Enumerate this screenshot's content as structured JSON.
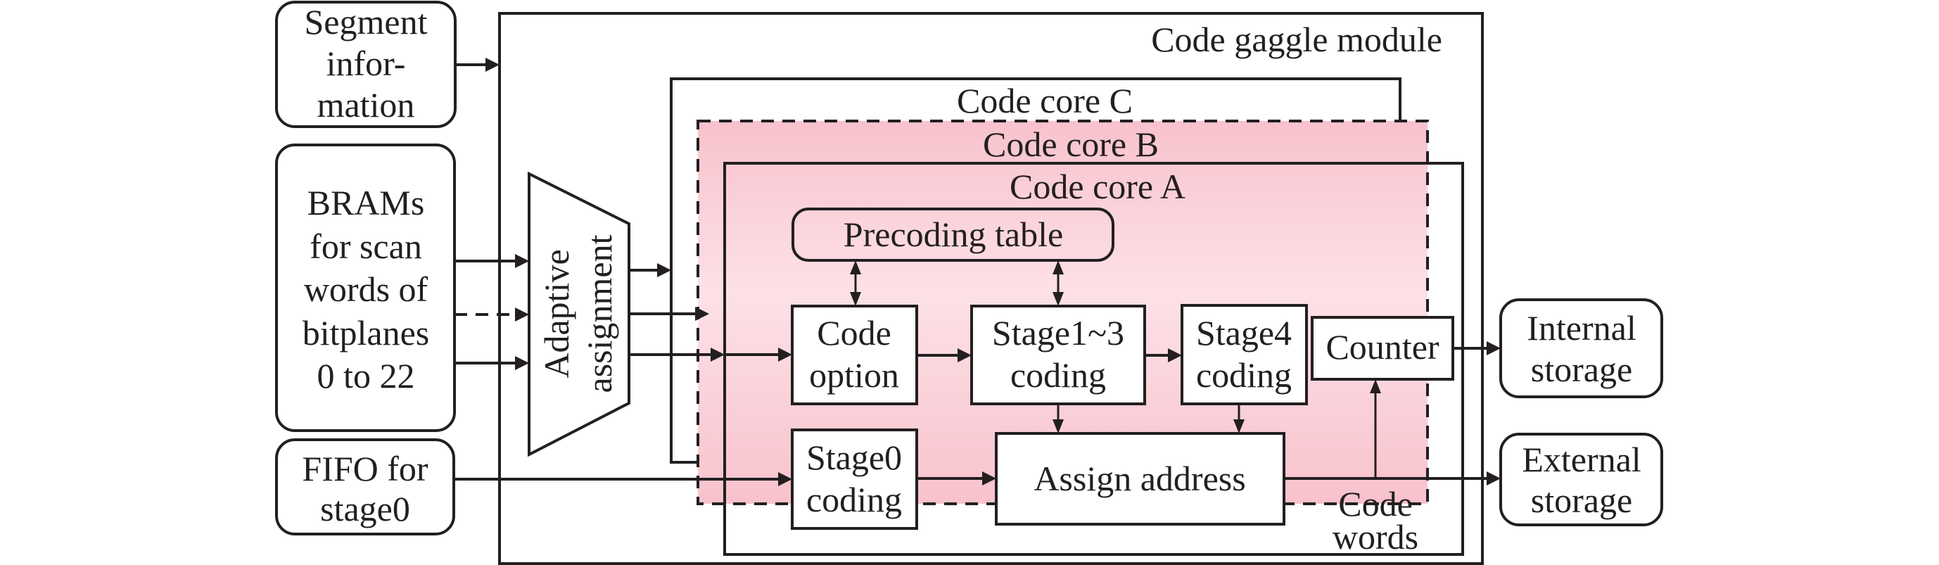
{
  "colors": {
    "module_fill_top": "#a6dfcc",
    "module_fill_mid": "#c4eadf",
    "module_fill_bottom": "#8bd6c1",
    "core_fill_top": "#f8c2cc",
    "core_fill_mid": "#fde1e7",
    "core_fill_bottom": "#f8c2cc",
    "io_fill_edge": "#efb544",
    "io_fill_mid": "#fbdcb6",
    "line": "#231f20"
  },
  "inputs": {
    "segment": {
      "lines": [
        "Segment",
        "infor-",
        "mation"
      ]
    },
    "brams": {
      "lines": [
        "BRAMs",
        "for scan",
        "words of",
        "bitplanes",
        "0 to 22"
      ]
    },
    "fifo": {
      "lines": [
        "FIFO for",
        "stage0"
      ]
    }
  },
  "module": {
    "title": "Code gaggle module",
    "adaptive": {
      "lines": [
        "Adaptive",
        "assignment"
      ]
    },
    "cores": {
      "c": {
        "title": "Code core C"
      },
      "b": {
        "title": "Code core B"
      },
      "a": {
        "title": "Code core A"
      }
    },
    "blocks": {
      "precoding": {
        "label": "Precoding table"
      },
      "code_option": {
        "lines": [
          "Code",
          "option"
        ]
      },
      "stage13": {
        "lines": [
          "Stage1~3",
          "coding"
        ]
      },
      "stage4": {
        "lines": [
          "Stage4",
          "coding"
        ]
      },
      "counter": {
        "label": "Counter"
      },
      "stage0": {
        "lines": [
          "Stage0",
          "coding"
        ]
      },
      "assign": {
        "label": "Assign address"
      },
      "code_words": {
        "lines": [
          "Code",
          "words"
        ]
      }
    }
  },
  "outputs": {
    "internal": {
      "lines": [
        "Internal",
        "storage"
      ]
    },
    "external": {
      "lines": [
        "External",
        "storage"
      ]
    }
  }
}
